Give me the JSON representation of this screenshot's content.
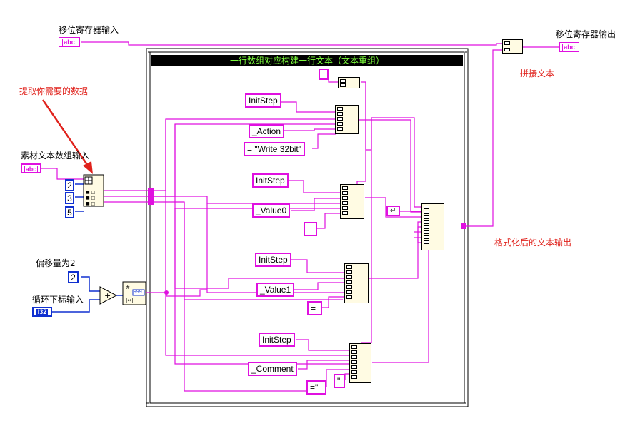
{
  "labels": {
    "shift_reg_in": "移位寄存器输入",
    "shift_reg_out": "移位寄存器输出",
    "material_array_in": "素材文本数组输入",
    "offset_label": "偏移量为2",
    "loop_index_label": "循环下标输入"
  },
  "annotations": {
    "extract_data": "提取你需要的数据",
    "concat_text": "拼接文本",
    "formatted_output": "格式化后的文本输出"
  },
  "structure_title": "一行数组对应构建一行文本（文本重组）",
  "terminals": {
    "string_tag": "abc",
    "i32_tag": "I32",
    "numeric_indicator": "999"
  },
  "index_constants": [
    "2",
    "3",
    "5"
  ],
  "offset_constant": "2",
  "string_constants": {
    "top_small": "",
    "group1": [
      "InitStep",
      "_Action",
      "= \"Write 32bit\""
    ],
    "group2": [
      "InitStep",
      "_Value0",
      "="
    ],
    "group3": [
      "InitStep",
      "_Value1",
      "="
    ],
    "group4": [
      "InitStep",
      "_Comment",
      "=\"",
      "\""
    ],
    "linefeed": "↵"
  },
  "colors": {
    "string_wire": "#e010e0",
    "numeric_wire": "#1030d0",
    "annotation": "#e0221c",
    "title_bg": "#000000",
    "title_fg": "#7cfc3c"
  }
}
